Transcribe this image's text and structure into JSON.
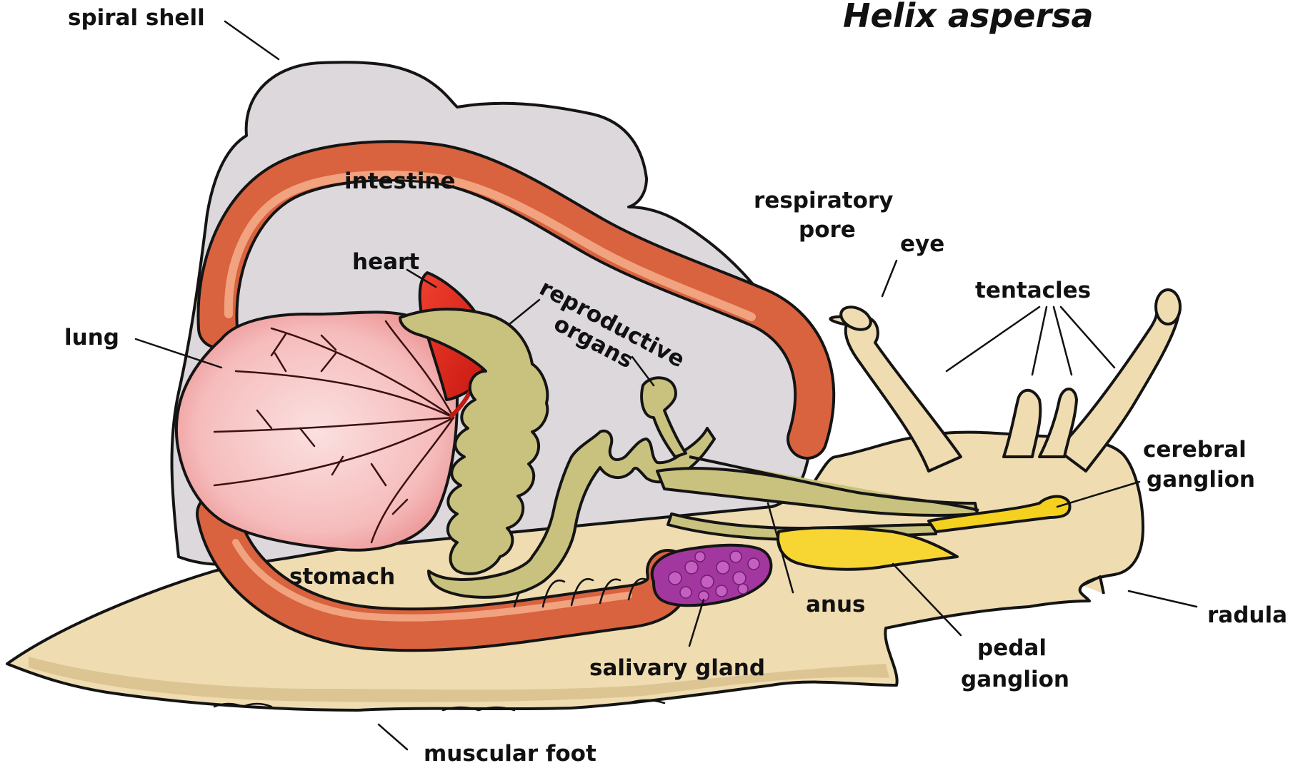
{
  "title": "Helix aspersa",
  "labels": {
    "spiral_shell": "spiral shell",
    "intestine": "intestine",
    "respiratory_pore_line1": "respiratory",
    "respiratory_pore_line2": "pore",
    "eye": "eye",
    "heart": "heart",
    "reproductive_line1": "reproductive",
    "reproductive_line2": "organs",
    "tentacles": "tentacles",
    "lung": "lung",
    "cerebral_line1": "cerebral",
    "cerebral_line2": "ganglion",
    "stomach": "stomach",
    "anus": "anus",
    "radula": "radula",
    "salivary_gland": "salivary gland",
    "pedal_line1": "pedal",
    "pedal_line2": "ganglion",
    "muscular_foot": "muscular foot"
  },
  "colors": {
    "shell": "#dcd8dc",
    "body": "#efdcb0",
    "body_shadow": "#dcc593",
    "intestine": "#d9623f",
    "intestine_highlight": "#f1a27f",
    "lung": "#f6c2c2",
    "lung_veins": "#3a1010",
    "heart": "#e5271c",
    "reproductive": "#c9c27e",
    "salivary_gland": "#a2379f",
    "pedal_ganglion": "#f7d634",
    "cerebral_ganglion": "#f4d11f"
  }
}
